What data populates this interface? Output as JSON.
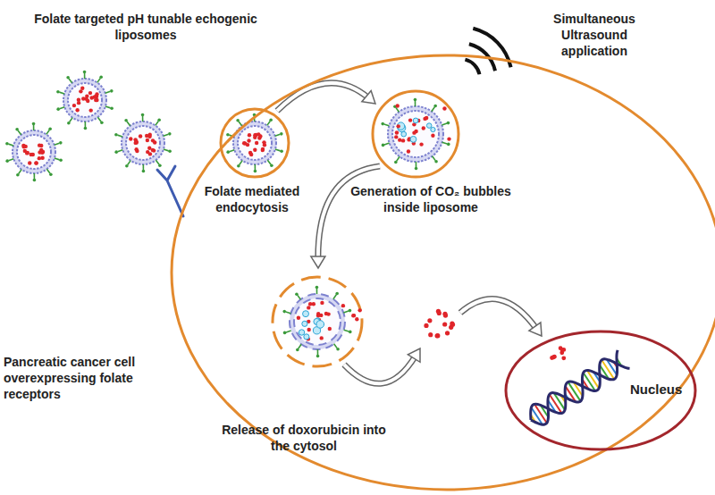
{
  "diagram": {
    "nodes": [
      {
        "text": [
          "Pancreatic cancer cell overexpressing folate receptors"
        ]
      },
      {
        "text": [
          "Nucleus"
        ],
        "in": 0
      }
    ],
    "labels": [
      "Folate targeted pH tunable echogenic liposomes",
      "Simultaneous Ultrasound application",
      "Folate mediated endocytosis",
      "Generation of CO₂ bubbles inside liposome",
      "Release of doxorubicin into the cytosol"
    ]
  }
}
